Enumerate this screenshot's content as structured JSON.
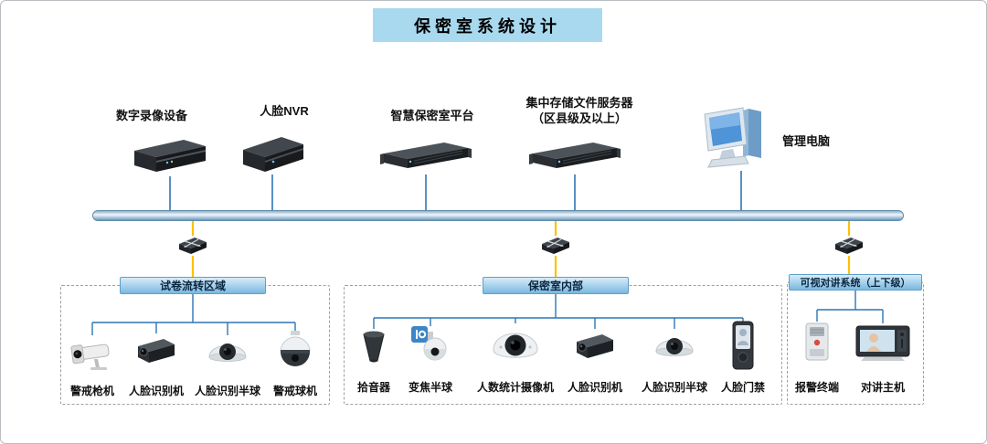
{
  "diagram": {
    "title": "保密室系统设计",
    "top_devices": [
      {
        "label": "数字录像设备"
      },
      {
        "label": "人脸NVR"
      },
      {
        "label": "智慧保密室平台"
      },
      {
        "label1": "集中存储文件服务器",
        "label2": "（区县级及以上）"
      },
      {
        "label": "管理电脑"
      }
    ],
    "groups": [
      {
        "title": "试卷流转区域",
        "devices": [
          {
            "label": "警戒枪机"
          },
          {
            "label": "人脸识别机"
          },
          {
            "label": "人脸识别半球"
          },
          {
            "label": "警戒球机"
          }
        ]
      },
      {
        "title": "保密室内部",
        "devices": [
          {
            "label": "拾音器"
          },
          {
            "label": "变焦半球"
          },
          {
            "label": "人数统计摄像机"
          },
          {
            "label": "人脸识别机"
          },
          {
            "label": "人脸识别半球"
          },
          {
            "label": "人脸门禁"
          }
        ]
      },
      {
        "title": "可视对讲系统（上下级）",
        "devices": [
          {
            "label": "报警终端"
          },
          {
            "label": "对讲主机"
          }
        ]
      }
    ],
    "colors": {
      "blue_line": "#2e75b6",
      "yellow_line": "#ffc000",
      "title_banner_bg": "#a9d9ef",
      "group_banner_top": "#d8ecf9",
      "group_banner_bottom": "#7ab8e0"
    }
  }
}
